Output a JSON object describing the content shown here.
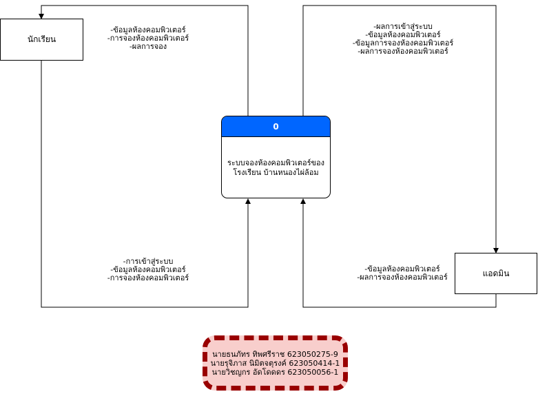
{
  "external_entities": {
    "student": "นักเรียน",
    "admin": "แอดมิน"
  },
  "process": {
    "number": "0",
    "name": "ระบบจองห้องคอมพิวเตอร์ของโรงเรียน บ้านหนองไผ่ล้อม"
  },
  "flows": {
    "process_to_student": [
      "-ข้อมูลห้องคอมพิวเตอร์",
      "-การจองห้องคอมพิวเตอร์",
      "-ผลการจอง"
    ],
    "process_to_admin": [
      "-ผลการเข้าสู่ระบบ",
      "-ข้อมูลห้องคอมพิวเตอร์",
      "-ข้อมูลการจองห้องคอมพิวเตอร์",
      "-ผลการจองห้องคอมพิวเตอร์"
    ],
    "student_to_process": [
      "-การเข้าสู่ระบบ",
      "-ข้อมูลห้องคอมพิวเตอร์",
      "-การจองห้องคอมพิวเตอร์"
    ],
    "admin_to_process": [
      "-ข้อมูลห้องคอมพิวเตอร์",
      "-ผลการจองห้องคอมพิวเตอร์"
    ]
  },
  "credits": [
    "นายธนภัทร ทิพศรีราช 623050275-9",
    "นายรุจิภาส นิมิตจตุรงค์ 623050414-1",
    "นายวิชญกร  อัดโดดดร 623050056-1"
  ]
}
